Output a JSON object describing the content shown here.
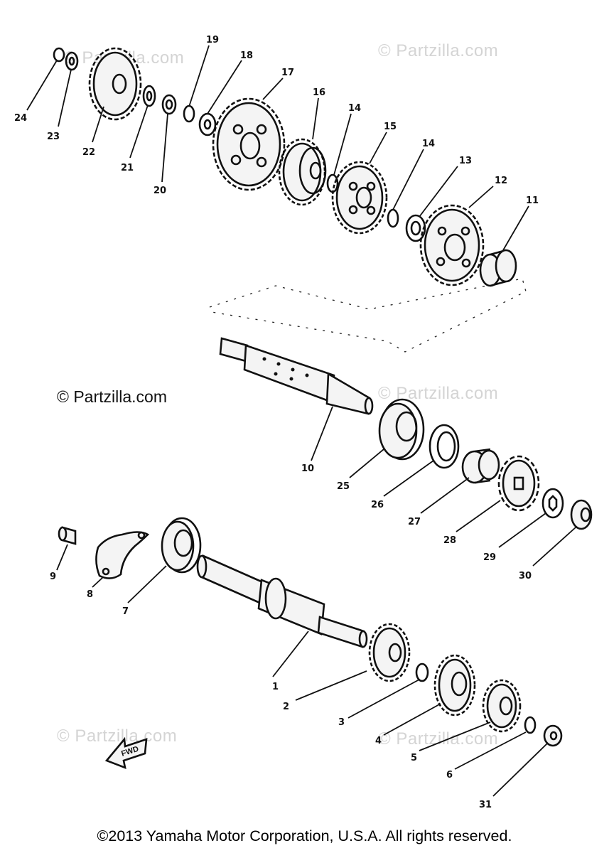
{
  "watermarks": [
    "© Partzilla.com",
    "© Partzilla.com",
    "© Partzilla.com",
    "© Partzilla.com",
    "© Partzilla.com"
  ],
  "partzilla_label": "© Partzilla.com",
  "copyright": "©2013 Yamaha Motor Corporation, U.S.A. All rights reserved.",
  "fwd_label": "FWD",
  "callouts": [
    "1",
    "2",
    "3",
    "4",
    "5",
    "6",
    "7",
    "8",
    "9",
    "10",
    "11",
    "12",
    "13",
    "14",
    "14",
    "15",
    "16",
    "17",
    "18",
    "19",
    "20",
    "21",
    "22",
    "23",
    "24",
    "25",
    "26",
    "27",
    "28",
    "29",
    "30",
    "31"
  ]
}
